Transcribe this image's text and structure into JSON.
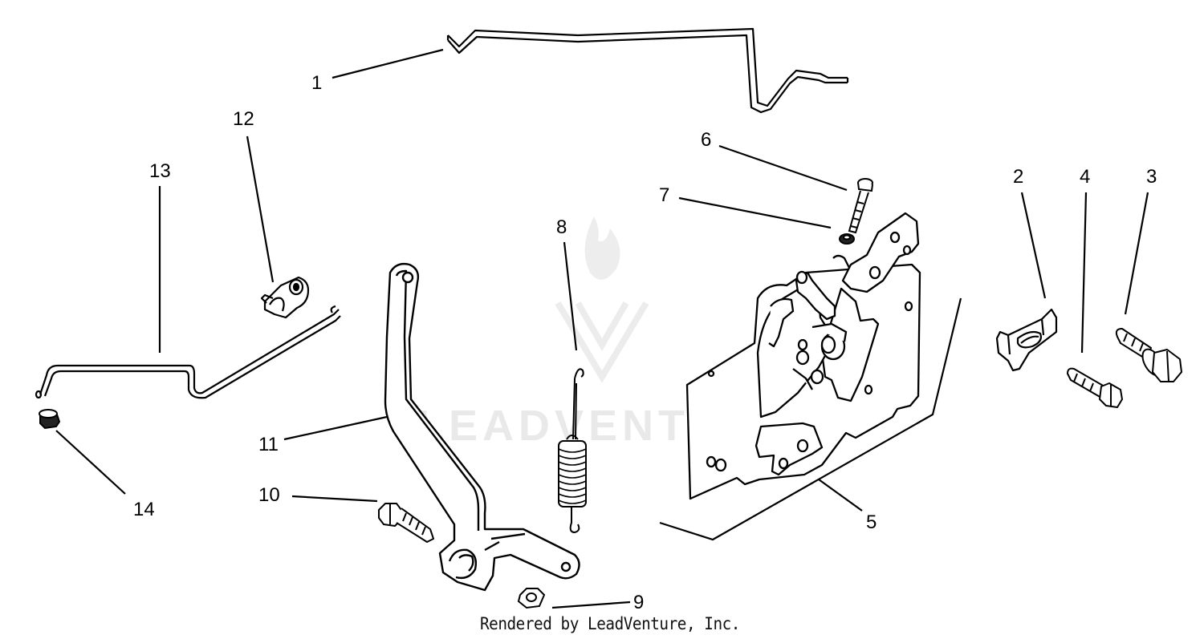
{
  "callouts": [
    {
      "id": "1",
      "label": "1"
    },
    {
      "id": "2",
      "label": "2"
    },
    {
      "id": "3",
      "label": "3"
    },
    {
      "id": "4",
      "label": "4"
    },
    {
      "id": "5",
      "label": "5"
    },
    {
      "id": "6",
      "label": "6"
    },
    {
      "id": "7",
      "label": "7"
    },
    {
      "id": "8",
      "label": "8"
    },
    {
      "id": "9",
      "label": "9"
    },
    {
      "id": "10",
      "label": "10"
    },
    {
      "id": "11",
      "label": "11"
    },
    {
      "id": "12",
      "label": "12"
    },
    {
      "id": "13",
      "label": "13"
    },
    {
      "id": "14",
      "label": "14"
    }
  ],
  "footer": "Rendered by LeadVenture, Inc.",
  "watermark": "LEADVENTURE"
}
